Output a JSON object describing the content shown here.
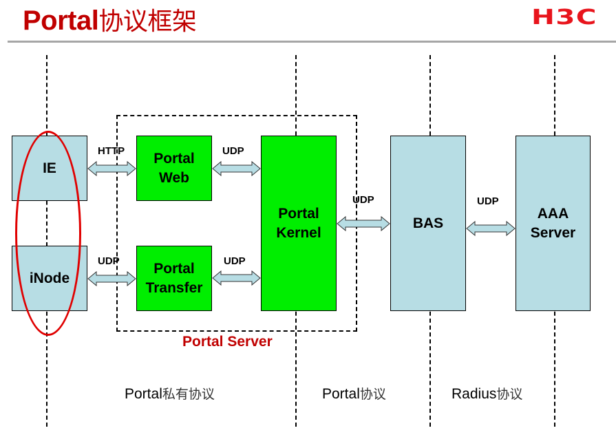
{
  "header": {
    "title_latin": "Portal",
    "title_cn": "协议框架",
    "logo": "H3C"
  },
  "colors": {
    "title": "#c00000",
    "logo": "#e8141c",
    "client_box": "#b7dde4",
    "portal_box": "#00ee00",
    "highlight_ellipse": "#e00000"
  },
  "nodes": {
    "ie": "IE",
    "inode": "iNode",
    "portal_web": [
      "Portal",
      "Web"
    ],
    "portal_transfer": [
      "Portal",
      "Transfer"
    ],
    "portal_kernel": [
      "Portal",
      "Kernel"
    ],
    "bas": "BAS",
    "aaa_server": [
      "AAA",
      "Server"
    ]
  },
  "links": {
    "ie_to_web": "HTTP",
    "inode_to_transfer": "UDP",
    "web_to_kernel": "UDP",
    "transfer_to_kernel": "UDP",
    "kernel_to_bas": "UDP",
    "bas_to_aaa": "UDP"
  },
  "groups": {
    "portal_server": "Portal Server"
  },
  "zones": {
    "private": {
      "latin": "Portal",
      "cn": "私有协议"
    },
    "portal": {
      "latin": "Portal",
      "cn": "协议"
    },
    "radius": {
      "latin": "Radius",
      "cn": "协议"
    }
  }
}
